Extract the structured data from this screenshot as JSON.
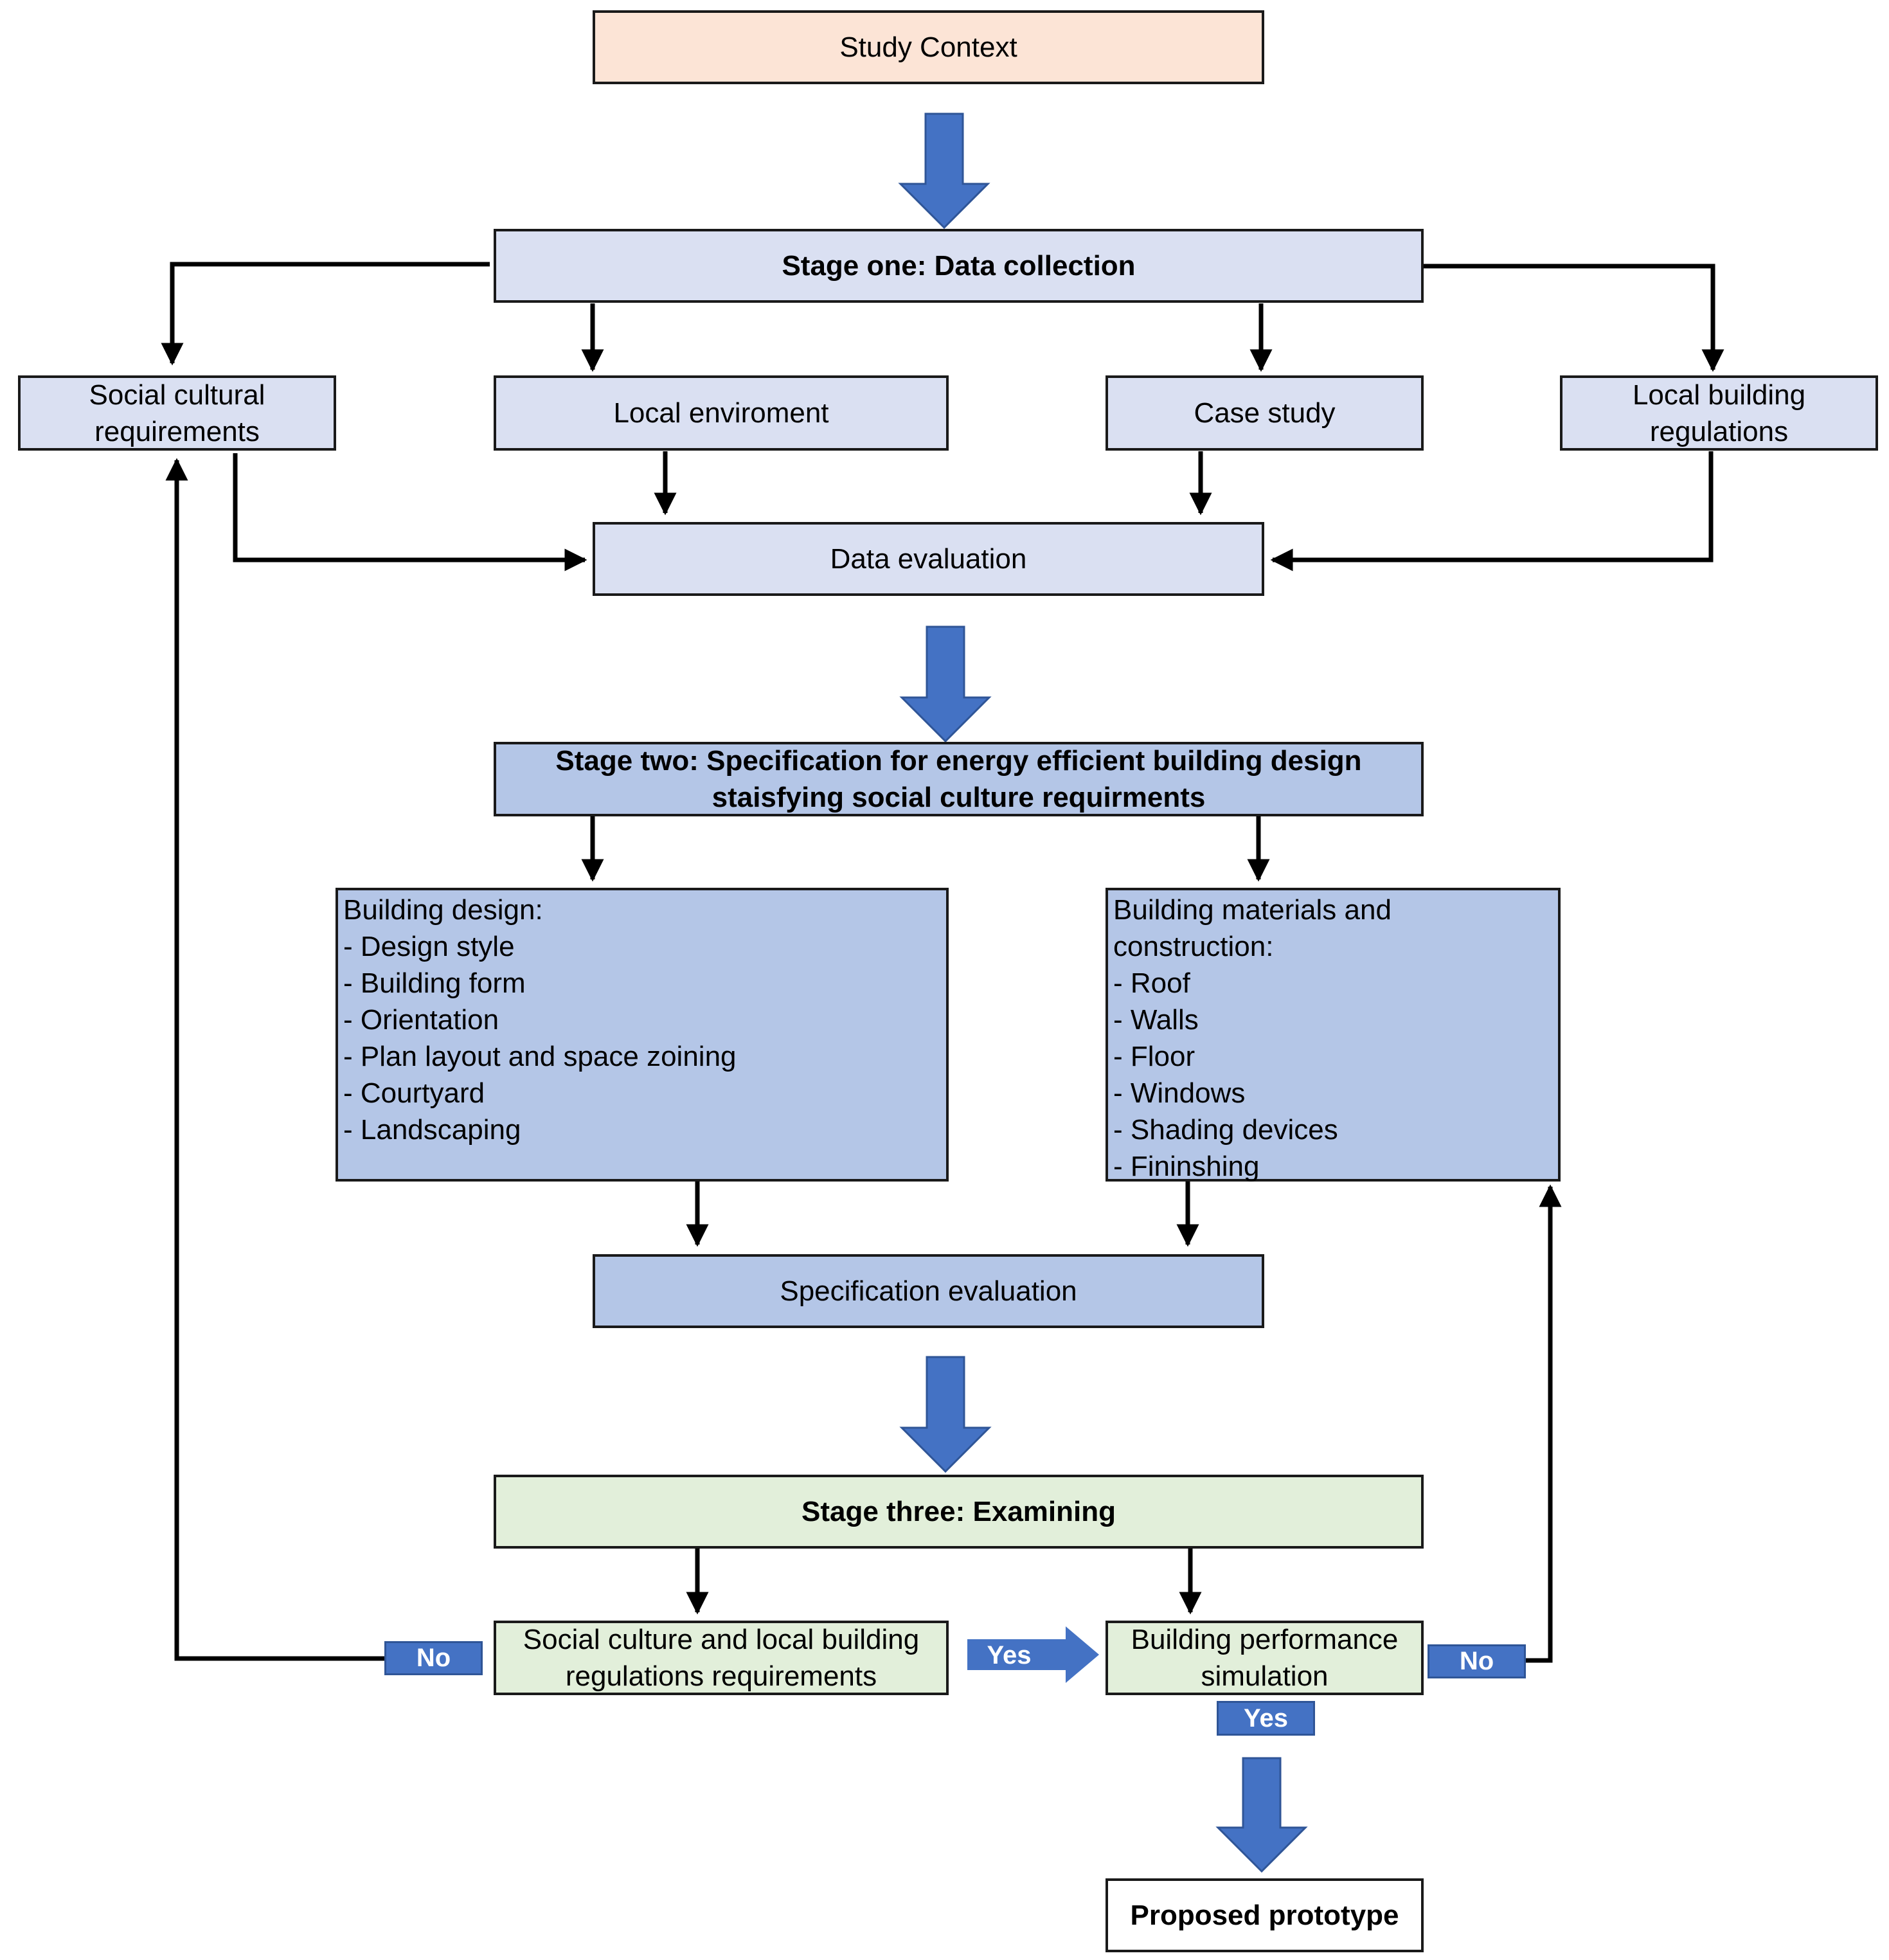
{
  "nodes": {
    "study_context": "Study Context",
    "stage_one": "Stage one: Data collection",
    "social_cultural": "Social cultural\nrequirements",
    "local_environment": "Local enviroment",
    "case_study": "Case study",
    "local_building": "Local building\nregulations",
    "data_evaluation": "Data evaluation",
    "stage_two": "Stage two: Specification for energy efficient building design\nstaisfying social culture requirments",
    "building_design": "Building design:\n- Design style\n- Building form\n- Orientation\n- Plan layout and space zoining\n- Courtyard\n- Landscaping",
    "building_materials": "Building materials and\nconstruction:\n- Roof\n- Walls\n- Floor\n- Windows\n- Shading devices\n- Fininshing",
    "specification_evaluation": "Specification evaluation",
    "stage_three": "Stage three: Examining",
    "social_culture_check": "Social culture and local building\nregulations requirements",
    "performance_simulation": "Building performance\nsimulation",
    "proposed_prototype": "Proposed prototype"
  },
  "labels": {
    "no_left": "No",
    "yes_middle": "Yes",
    "no_right": "No",
    "yes_bottom": "Yes"
  },
  "colors": {
    "peach": "#fce4d6",
    "lavender": "#dae0f2",
    "blue": "#b4c6e7",
    "green": "#e2efda",
    "arrow_blue": "#4472c4"
  }
}
